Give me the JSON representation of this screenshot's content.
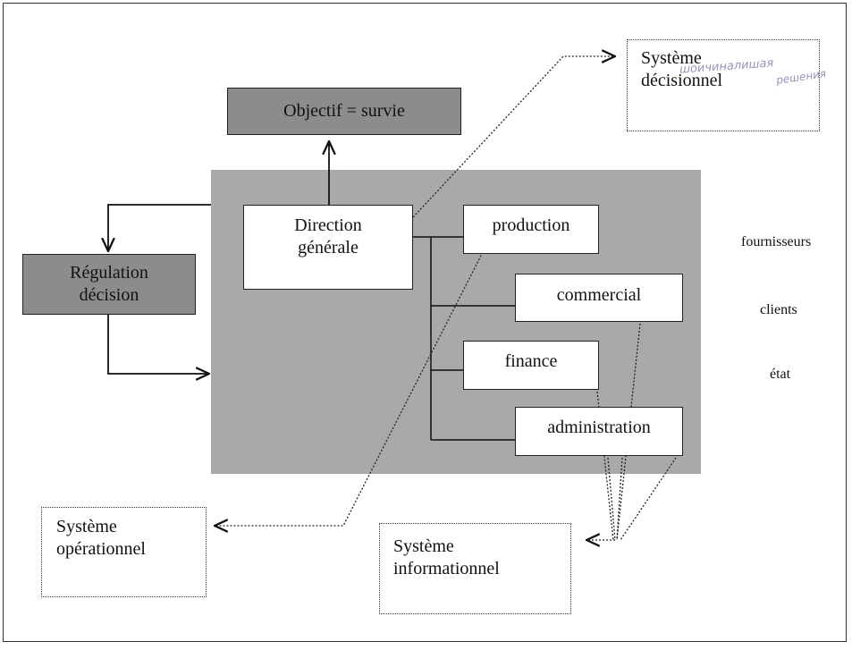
{
  "diagram": {
    "objective": "Objectif = survie",
    "regulation": {
      "line1": "Régulation",
      "line2": "décision"
    },
    "direction": {
      "line1": "Direction",
      "line2": "générale"
    },
    "departments": [
      "production",
      "commercial",
      "finance",
      "administration"
    ],
    "external_actors": [
      "fournisseurs",
      "clients",
      "état"
    ],
    "systems": {
      "decisional": {
        "line1": "Système",
        "line2": "décisionnel"
      },
      "operational": {
        "line1": "Système",
        "line2": "opérationnel"
      },
      "informational": {
        "line1": "Système",
        "line2": "informationnel"
      }
    },
    "handwritten_note": [
      "шоичиналишая",
      "решения"
    ]
  }
}
